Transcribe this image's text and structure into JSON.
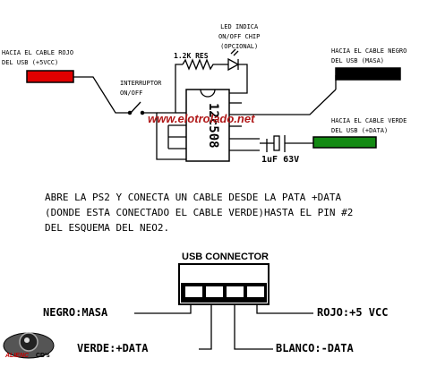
{
  "labels": {
    "red_cable": "HACIA EL CABLE ROJO\nDEL USB (+5VCC)",
    "black_cable": "HACIA EL CABLE NEGRO\nDEL USB (MASA)",
    "green_cable": "HACIA EL CABLE VERDE\nDEL USB (+DATA)",
    "led": "LED INDICA\nON/OFF CHIP\n(OPCIONAL)",
    "resistor": "1.2K RES",
    "switch": "INTERRUPTOR\nON/OFF",
    "capacitor": "1uF 63V",
    "chip": "12c508",
    "watermark": "www.elotrolado.net",
    "instructions": "ABRE LA PS2 Y CONECTA UN CABLE DESDE LA PATA +DATA\n(DONDE ESTA CONECTADO EL CABLE VERDE)HASTA EL PIN #2\nDEL ESQUEMA DEL NEO2.",
    "usb_title": "USB CONNECTOR",
    "pin_negro": "NEGRO:MASA",
    "pin_verde": "VERDE:+DATA",
    "pin_blanco": "BLANCO:-DATA",
    "pin_rojo": "ROJO:+5 VCC",
    "logo_name": "ALIENC",
    "logo_suffix": "CD's"
  },
  "colors": {
    "red_wire": "#e00000",
    "black_wire": "#000000",
    "green_wire": "#138a13",
    "watermark": "#b01818"
  }
}
